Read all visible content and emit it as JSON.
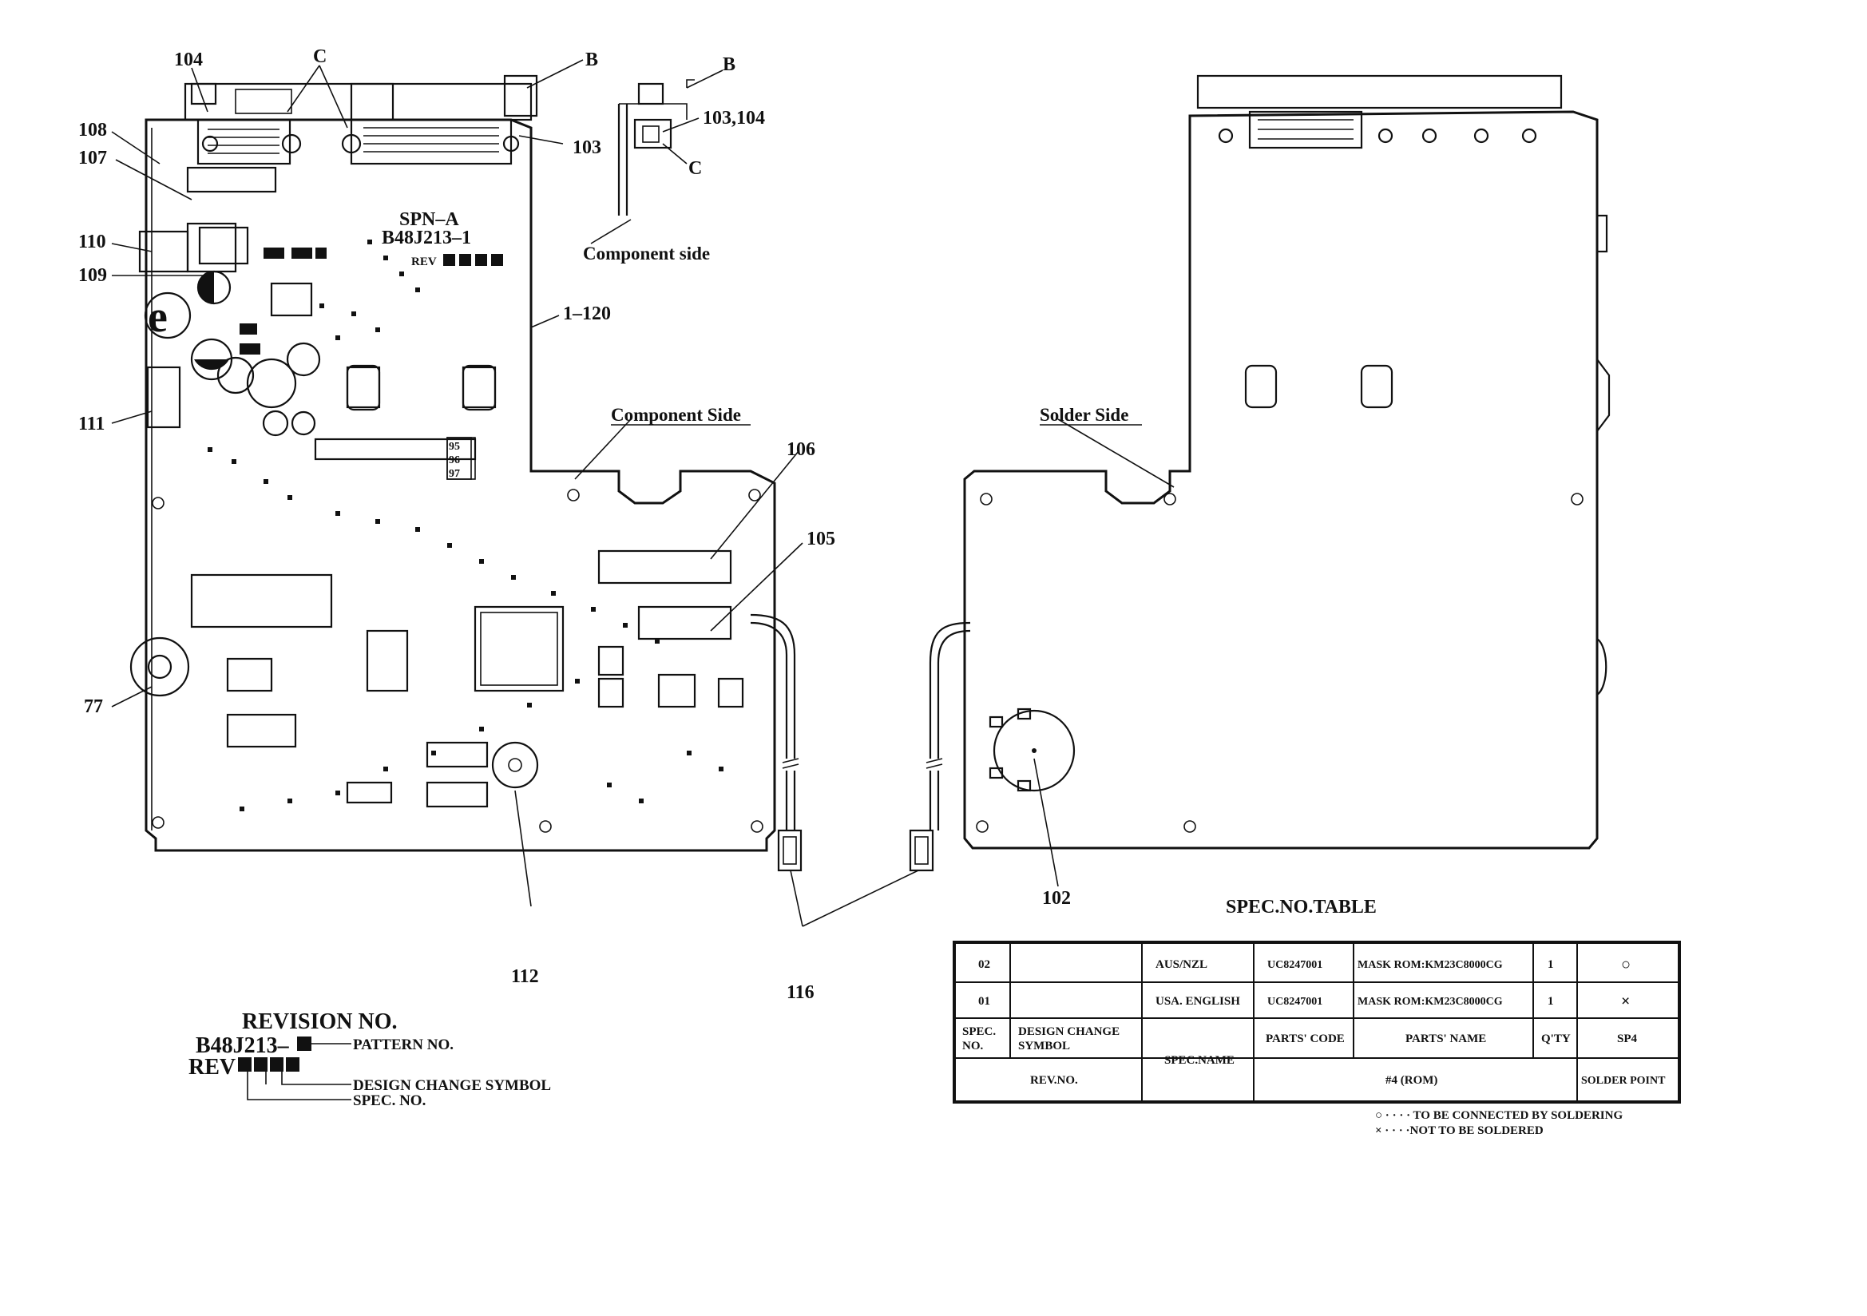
{
  "callouts": {
    "c104": "104",
    "c_C": "C",
    "c_B_top": "B",
    "c_B_side": "B",
    "c103": "103",
    "c103_104": "103,104",
    "c_C_side": "C",
    "c108": "108",
    "c107": "107",
    "c110": "110",
    "c109": "109",
    "c111": "111",
    "c1_120": "1–120",
    "c106": "106",
    "c105": "105",
    "c77": "77",
    "c112": "112",
    "c116": "116",
    "c102": "102"
  },
  "board": {
    "model": "SPN–A",
    "pattern": "B48J213–1",
    "rev": "REV",
    "rows": [
      "95",
      "96",
      "97"
    ]
  },
  "views": {
    "component_side_small": "Component side",
    "component_side": "Component Side",
    "solder_side": "Solder Side"
  },
  "revision": {
    "title": "REVISION NO.",
    "pattern_code": "B48J213–",
    "rev_prefix": "REV",
    "pattern_no": "PATTERN NO.",
    "design_change_symbol": "DESIGN CHANGE SYMBOL",
    "spec_no": "SPEC. NO."
  },
  "spec_table": {
    "title": "SPEC.NO.TABLE",
    "rows": [
      {
        "spec": "02",
        "symbol": "",
        "spec_name": "AUS/NZL",
        "code": "UC8247001",
        "name": "MASK ROM:KM23C8000CG",
        "qty": "1",
        "sp4": "○"
      },
      {
        "spec": "01",
        "symbol": "",
        "spec_name": "USA. ENGLISH",
        "code": "UC8247001",
        "name": "MASK ROM:KM23C8000CG",
        "qty": "1",
        "sp4": "×"
      }
    ],
    "headers": {
      "spec_no_1": "SPEC.",
      "spec_no_2": "NO.",
      "design_change_1": "DESIGN CHANGE",
      "design_change_2": "SYMBOL",
      "spec_name": "SPEC.NAME",
      "parts_code": "PARTS' CODE",
      "parts_name": "PARTS' NAME",
      "qty": "Q'TY",
      "sp4": "SP4",
      "rev_no": "REV.NO.",
      "rom": "#4 (ROM)",
      "solder_point": "SOLDER POINT"
    },
    "legend": {
      "line1": "○ · · · · TO BE CONNECTED BY SOLDERING",
      "line2": "× · · · ·NOT TO BE SOLDERED"
    }
  }
}
